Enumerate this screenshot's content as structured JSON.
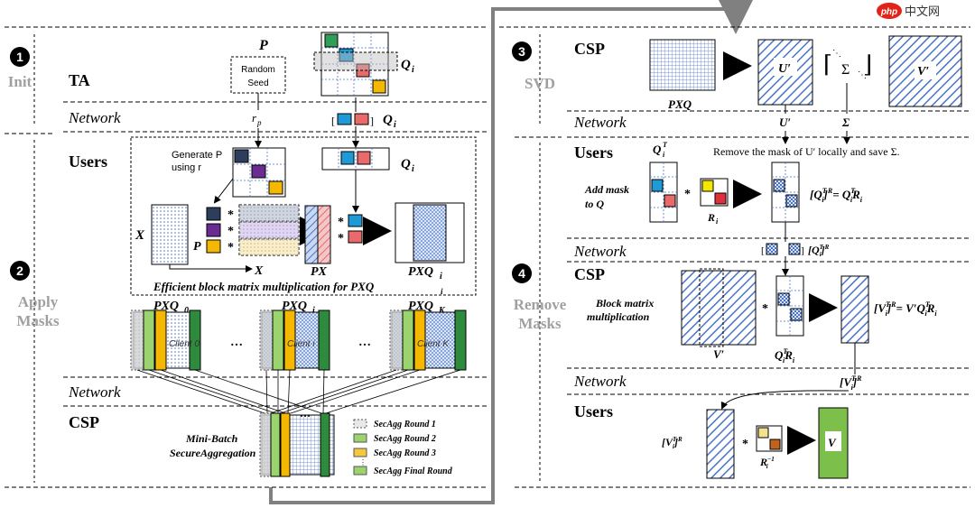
{
  "watermark": {
    "logo": "php",
    "text": "中文网"
  },
  "colors": {
    "blue": "#4a74c7",
    "lightblue": "#c9d8f2",
    "cyan": "#1f9ad6",
    "red": "#e86a6a",
    "green": "#2f9e57",
    "lightgreen": "#9bd36e",
    "yellow": "#f5b800",
    "purple": "#6a2c91",
    "navy": "#2c3e5c",
    "darkgreen": "#2e8a3c",
    "gray": "#8c8c8c",
    "brown": "#c0631e",
    "flow": "#808080"
  },
  "left": {
    "step1": {
      "num": "1",
      "label": "Init"
    },
    "step2": {
      "num": "2",
      "label1": "Apply",
      "label2": "Masks"
    },
    "ta": "TA",
    "network1": "Network",
    "users": "Users",
    "network2": "Network",
    "csp": "CSP",
    "p_label": "P",
    "random_seed": "Random Seed",
    "q_label": "Q",
    "q_sub": "i",
    "rp": "r",
    "rp_sub": "p",
    "generate_p": "Generate P",
    "using_rp": "using r",
    "x_label": "X",
    "p_small": "P",
    "x_bottom": "X",
    "px": "PX",
    "pxq": "PXQ",
    "efficient": "Efficient block matrix multiplication for PXQ",
    "pxq0": "PXQ",
    "pxq0_sub": "0",
    "pxqi_sub": "i",
    "pxqk_sub": "K",
    "client0": "Client 0",
    "clienti": "Client i",
    "clientk": "Client K",
    "dots": "…",
    "minibatch1": "Mini-Batch",
    "minibatch2": "SecureAggregation",
    "legend": [
      "SecAgg Round 1",
      "SecAgg Round 2",
      "SecAgg Round 3",
      "SecAgg Final Round"
    ]
  },
  "right": {
    "step3": {
      "num": "3",
      "label": "SVD"
    },
    "step4": {
      "num": "4",
      "label1": "Remove",
      "label2": "Masks"
    },
    "csp1": "CSP",
    "pxq": "PXQ",
    "uprime": "U′",
    "sigma": "Σ",
    "vprime": "V′",
    "network1": "Network",
    "users1": "Users",
    "remove_text": "Remove the mask of U′ locally and save Σ.",
    "qit": "Q",
    "add_mask1": "Add mask",
    "add_mask2": "to Q",
    "ri": "R",
    "qitr_eq": "[Q",
    "qitr_eq2": "]",
    "qitr_eq3": "= Q",
    "qitr_eq4": "R",
    "network2": "Network",
    "csp2": "CSP",
    "block1": "Block matrix",
    "block2": "multiplication",
    "vprime2": "V′",
    "qir_label": "Q",
    "vit_eq": "[V",
    "vit_eq2": "]",
    "vit_eq3": "= V′Q",
    "vit_eq4": "R",
    "network3": "Network",
    "vitr": "[V",
    "vitr2": "]",
    "users2": "Users",
    "vitr_b": "[V",
    "vitr_b2": "]",
    "rinv": "R",
    "rinv_sup": "−1",
    "v": "V"
  }
}
